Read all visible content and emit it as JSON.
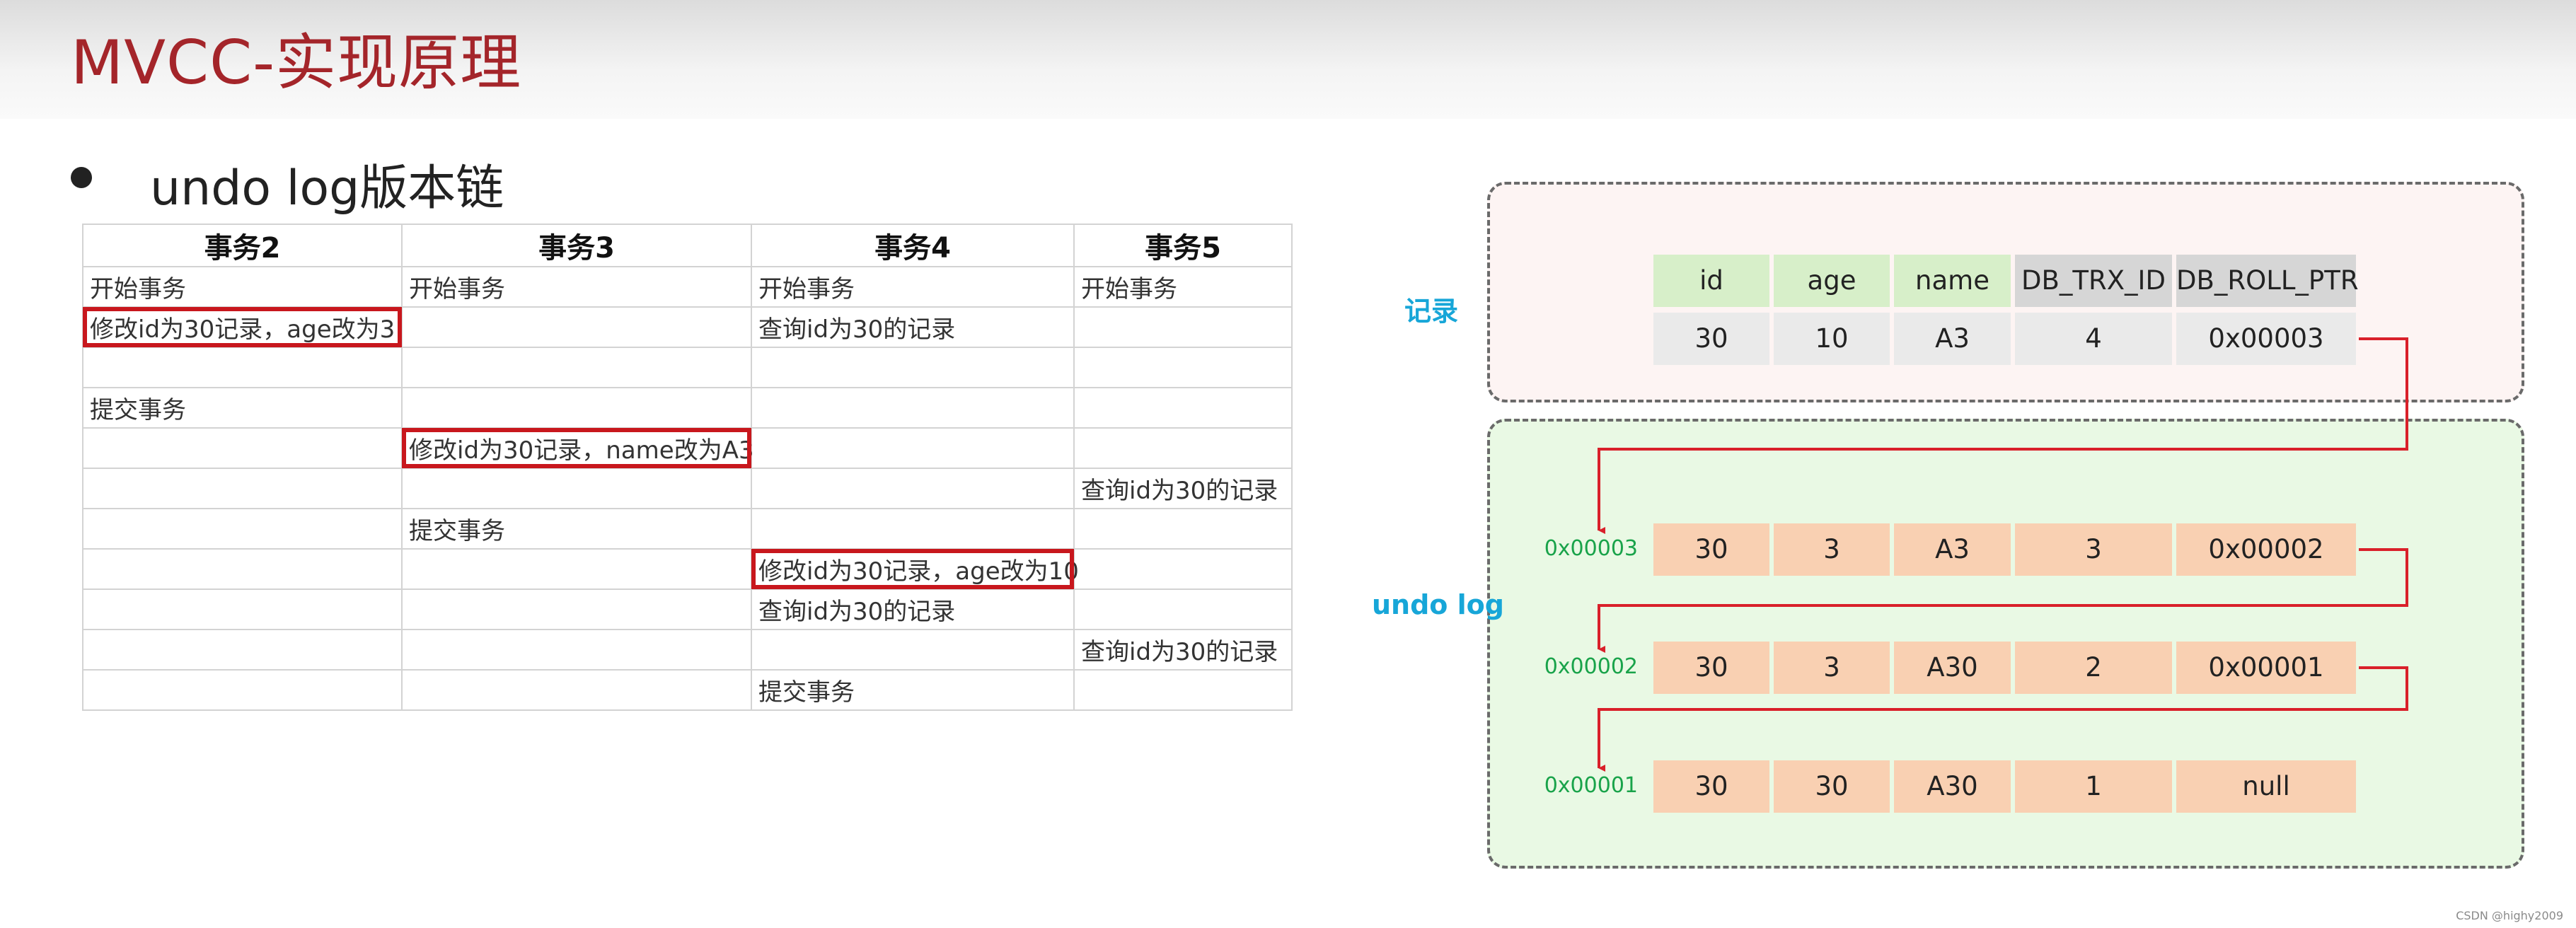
{
  "slide": {
    "title": "MVCC-实现原理",
    "bullet": "undo log版本链",
    "watermark": "CSDN @highy2009"
  },
  "txn_table": {
    "headers": [
      "事务2",
      "事务3",
      "事务4",
      "事务5"
    ],
    "rows": [
      [
        "开始事务",
        "开始事务",
        "开始事务",
        "开始事务"
      ],
      [
        "修改id为30记录，age改为3",
        "",
        "查询id为30的记录",
        ""
      ],
      [
        "",
        "",
        "",
        ""
      ],
      [
        "提交事务",
        "",
        "",
        ""
      ],
      [
        "",
        "修改id为30记录，name改为A3",
        "",
        ""
      ],
      [
        "",
        "",
        "",
        "查询id为30的记录"
      ],
      [
        "",
        "提交事务",
        "",
        ""
      ],
      [
        "",
        "",
        "修改id为30记录，age改为10",
        ""
      ],
      [
        "",
        "",
        "查询id为30的记录",
        ""
      ],
      [
        "",
        "",
        "",
        "查询id为30的记录"
      ],
      [
        "",
        "",
        "提交事务",
        ""
      ]
    ],
    "highlighted": [
      [
        1,
        0
      ],
      [
        4,
        1
      ],
      [
        7,
        2
      ]
    ]
  },
  "diagram": {
    "record_label": "记录",
    "undo_label": "undo log",
    "columns": [
      "id",
      "age",
      "name",
      "DB_TRX_ID",
      "DB_ROLL_PTR"
    ],
    "record": [
      "30",
      "10",
      "A3",
      "4",
      "0x00003"
    ],
    "undo_rows": [
      {
        "addr": "0x00003",
        "values": [
          "30",
          "3",
          "A3",
          "3",
          "0x00002"
        ]
      },
      {
        "addr": "0x00002",
        "values": [
          "30",
          "3",
          "A30",
          "2",
          "0x00001"
        ]
      },
      {
        "addr": "0x00001",
        "values": [
          "30",
          "30",
          "A30",
          "1",
          "null"
        ]
      }
    ],
    "colors": {
      "record_box": "#fdf4f3",
      "undo_box": "#e9f9e4",
      "arrow": "#d9202a",
      "label": "#17a6d8",
      "address": "#19a34a",
      "undo_row": "#f9d0b2"
    }
  }
}
